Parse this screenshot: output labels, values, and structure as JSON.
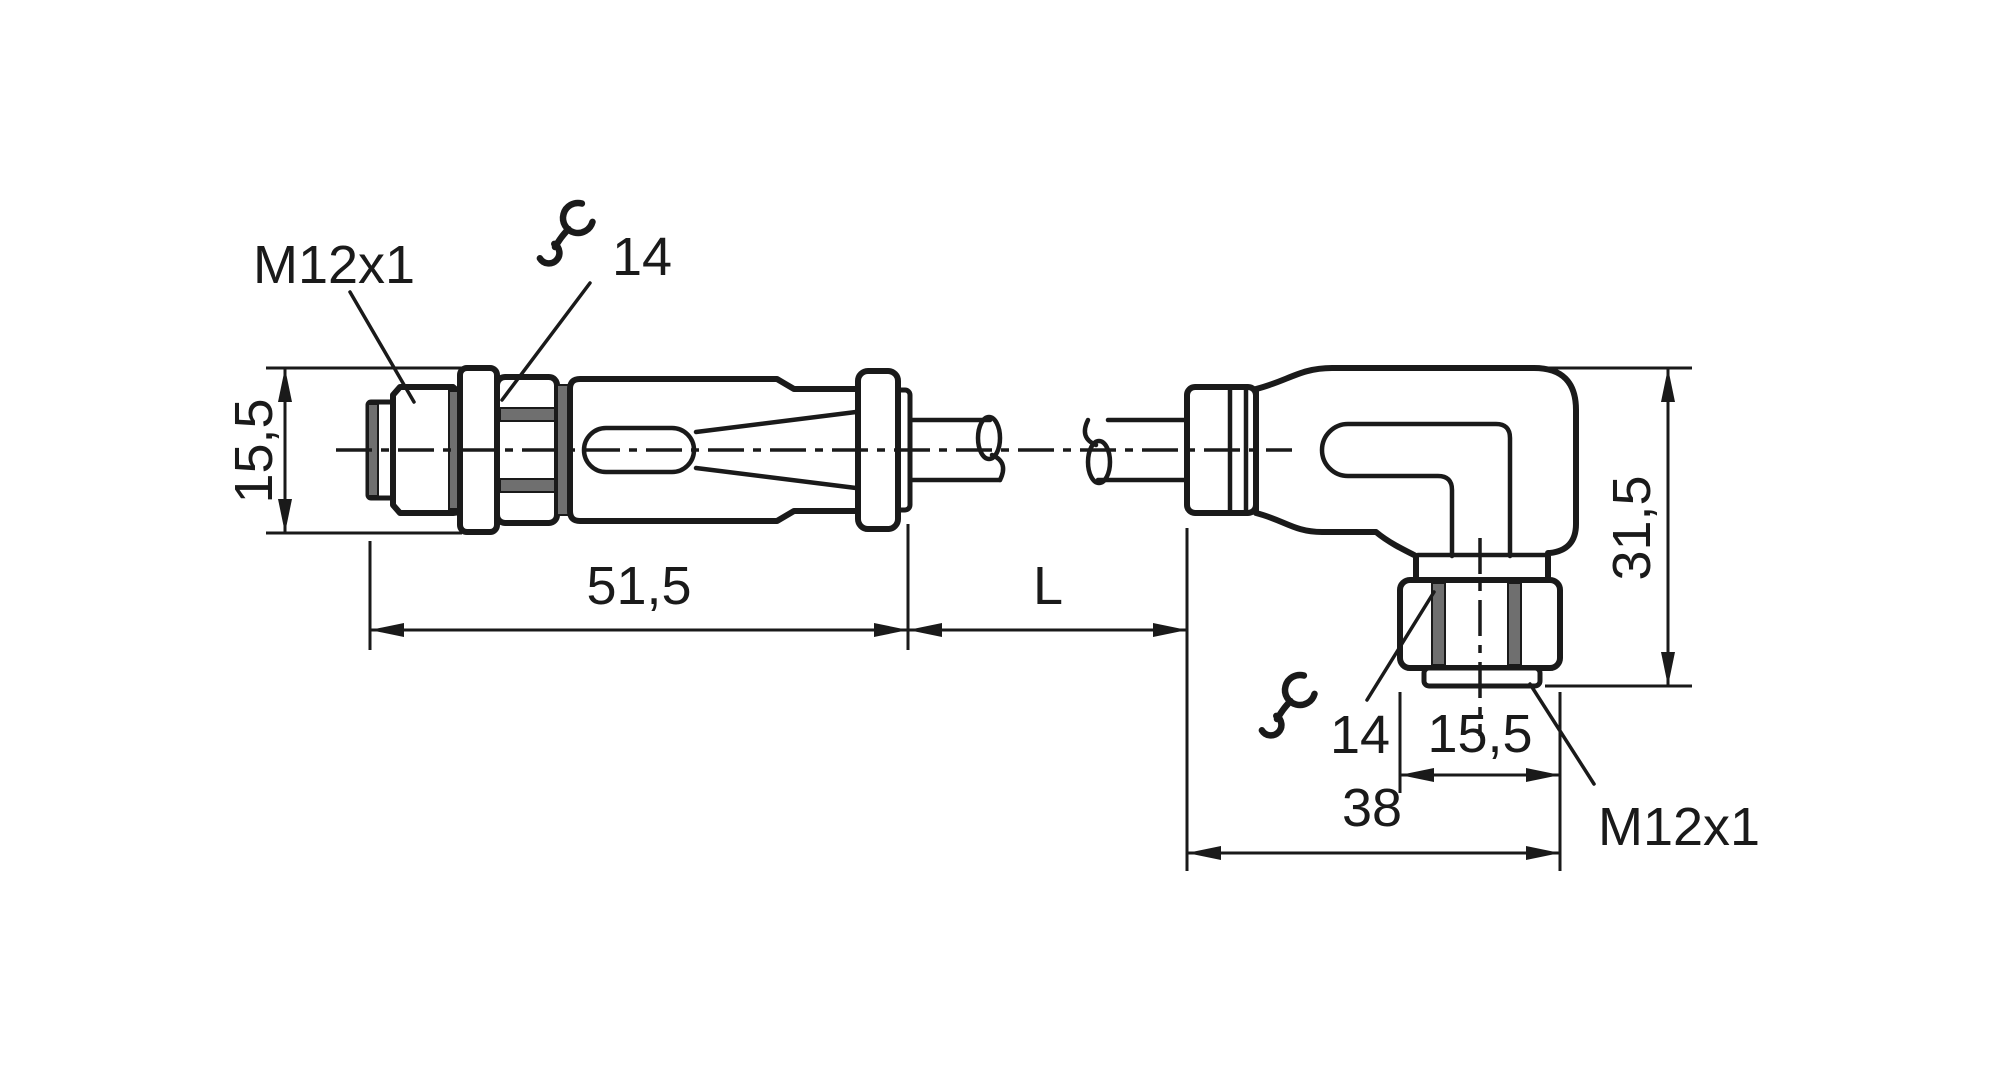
{
  "drawing_type": "dimensional-drawing",
  "labels": {
    "left_connector": {
      "thread": "M12x1",
      "wrench_size": "14",
      "diameter_dim": "15,5",
      "length_dim": "51,5"
    },
    "cable": {
      "length_dim": "L"
    },
    "right_connector": {
      "height_dim": "31,5",
      "wrench_size": "14",
      "nut_width_dim": "15,5",
      "depth_dim": "38",
      "thread": "M12x1"
    }
  },
  "colors": {
    "background": "#ffffff",
    "line": "#1a1a1a",
    "groove_fill": "#6f6f6f"
  }
}
